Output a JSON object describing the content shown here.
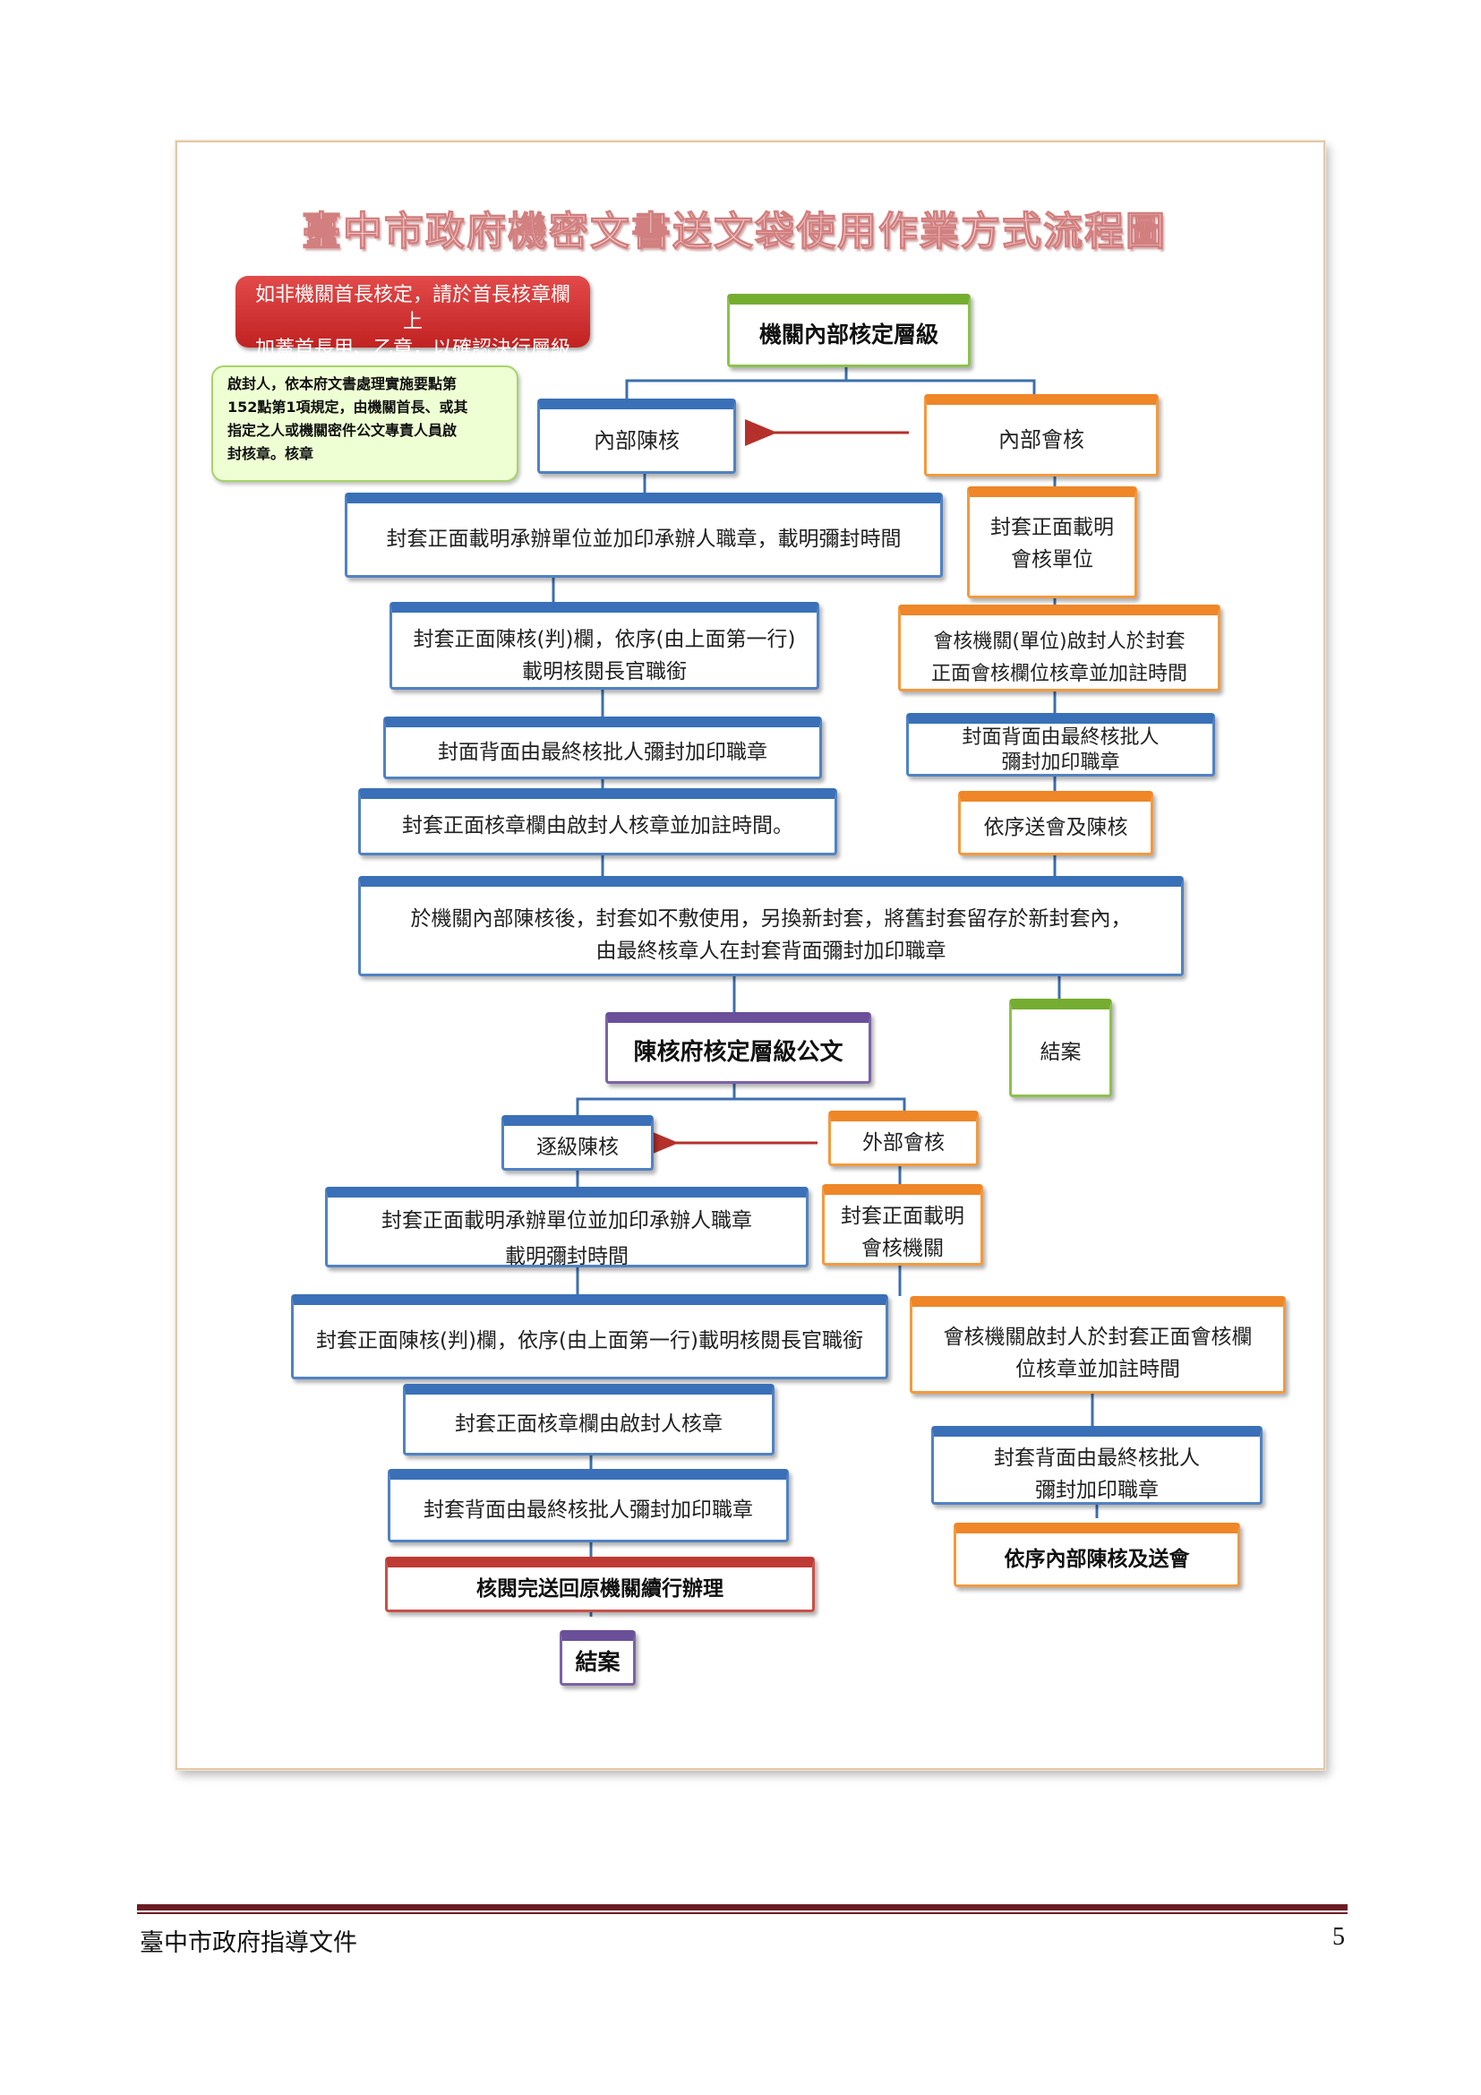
{
  "title": "臺中市政府機密文書送文袋使用作業方式流程圖",
  "notes": {
    "red": [
      "如非機關首長核定，請於首長核章欄上",
      "加蓋首長甲、乙章，以確認決行層級"
    ],
    "green": [
      "啟封人，依本府文書處理實施要點第",
      "152點第1項規定，由機關首長、或其",
      "指定之人或機關密件公文專責人員啟",
      "封核章。核章"
    ]
  },
  "top": {
    "header": "機關內部核定層級",
    "internal_review": "內部陳核",
    "internal_cosign": "內部會核"
  },
  "left1": {
    "s1": "封套正面載明承辦單位並加印承辦人職章，載明彌封時間",
    "s2": [
      "封套正面陳核(判)欄，依序(由上面第一行)",
      "載明核閱長官職銜"
    ],
    "s3": "封面背面由最終核批人彌封加印職章",
    "s4": "封套正面核章欄由啟封人核章並加註時間。"
  },
  "right1": {
    "s1": [
      "封套正面載明",
      "會核單位"
    ],
    "s2": [
      "會核機關(單位)啟封人於封套",
      "正面會核欄位核章並加註時間"
    ],
    "s3": [
      "封面背面由最終核批人",
      "彌封加印職章"
    ],
    "s4": "依序送會及陳核"
  },
  "merge": [
    "於機關內部陳核後，封套如不敷使用，另換新封套，將舊封套留存於新封套內，",
    "由最終核章人在封套背面彌封加印職章"
  ],
  "mid": {
    "header": "陳核府核定層級公文",
    "close": "結案"
  },
  "bottom_left": {
    "head": "逐級陳核",
    "s1": [
      "封套正面載明承辦單位並加印承辦人職章",
      "載明彌封時間"
    ],
    "s2": "封套正面陳核(判)欄，依序(由上面第一行)載明核閱長官職銜",
    "s3": "封套正面核章欄由啟封人核章",
    "s4": "封套背面由最終核批人彌封加印職章",
    "s5": "核閱完送回原機關續行辦理",
    "end": "結案"
  },
  "bottom_right": {
    "head": "外部會核",
    "s1": [
      "封套正面載明",
      "會核機關"
    ],
    "s2": [
      "會核機關啟封人於封套正面會核欄",
      "位核章並加註時間"
    ],
    "s3": [
      "封套背面由最終核批人",
      "彌封加印職章"
    ],
    "s4": "依序內部陳核及送會"
  },
  "colors": {
    "blue": "#4f82c3",
    "orange": "#f39a3e",
    "green": "#8cc24b",
    "purple": "#7b62a6",
    "red": "#c9504a",
    "arrow": "#b5302b"
  },
  "footer": {
    "left": "臺中市政府指導文件",
    "page": "5"
  }
}
